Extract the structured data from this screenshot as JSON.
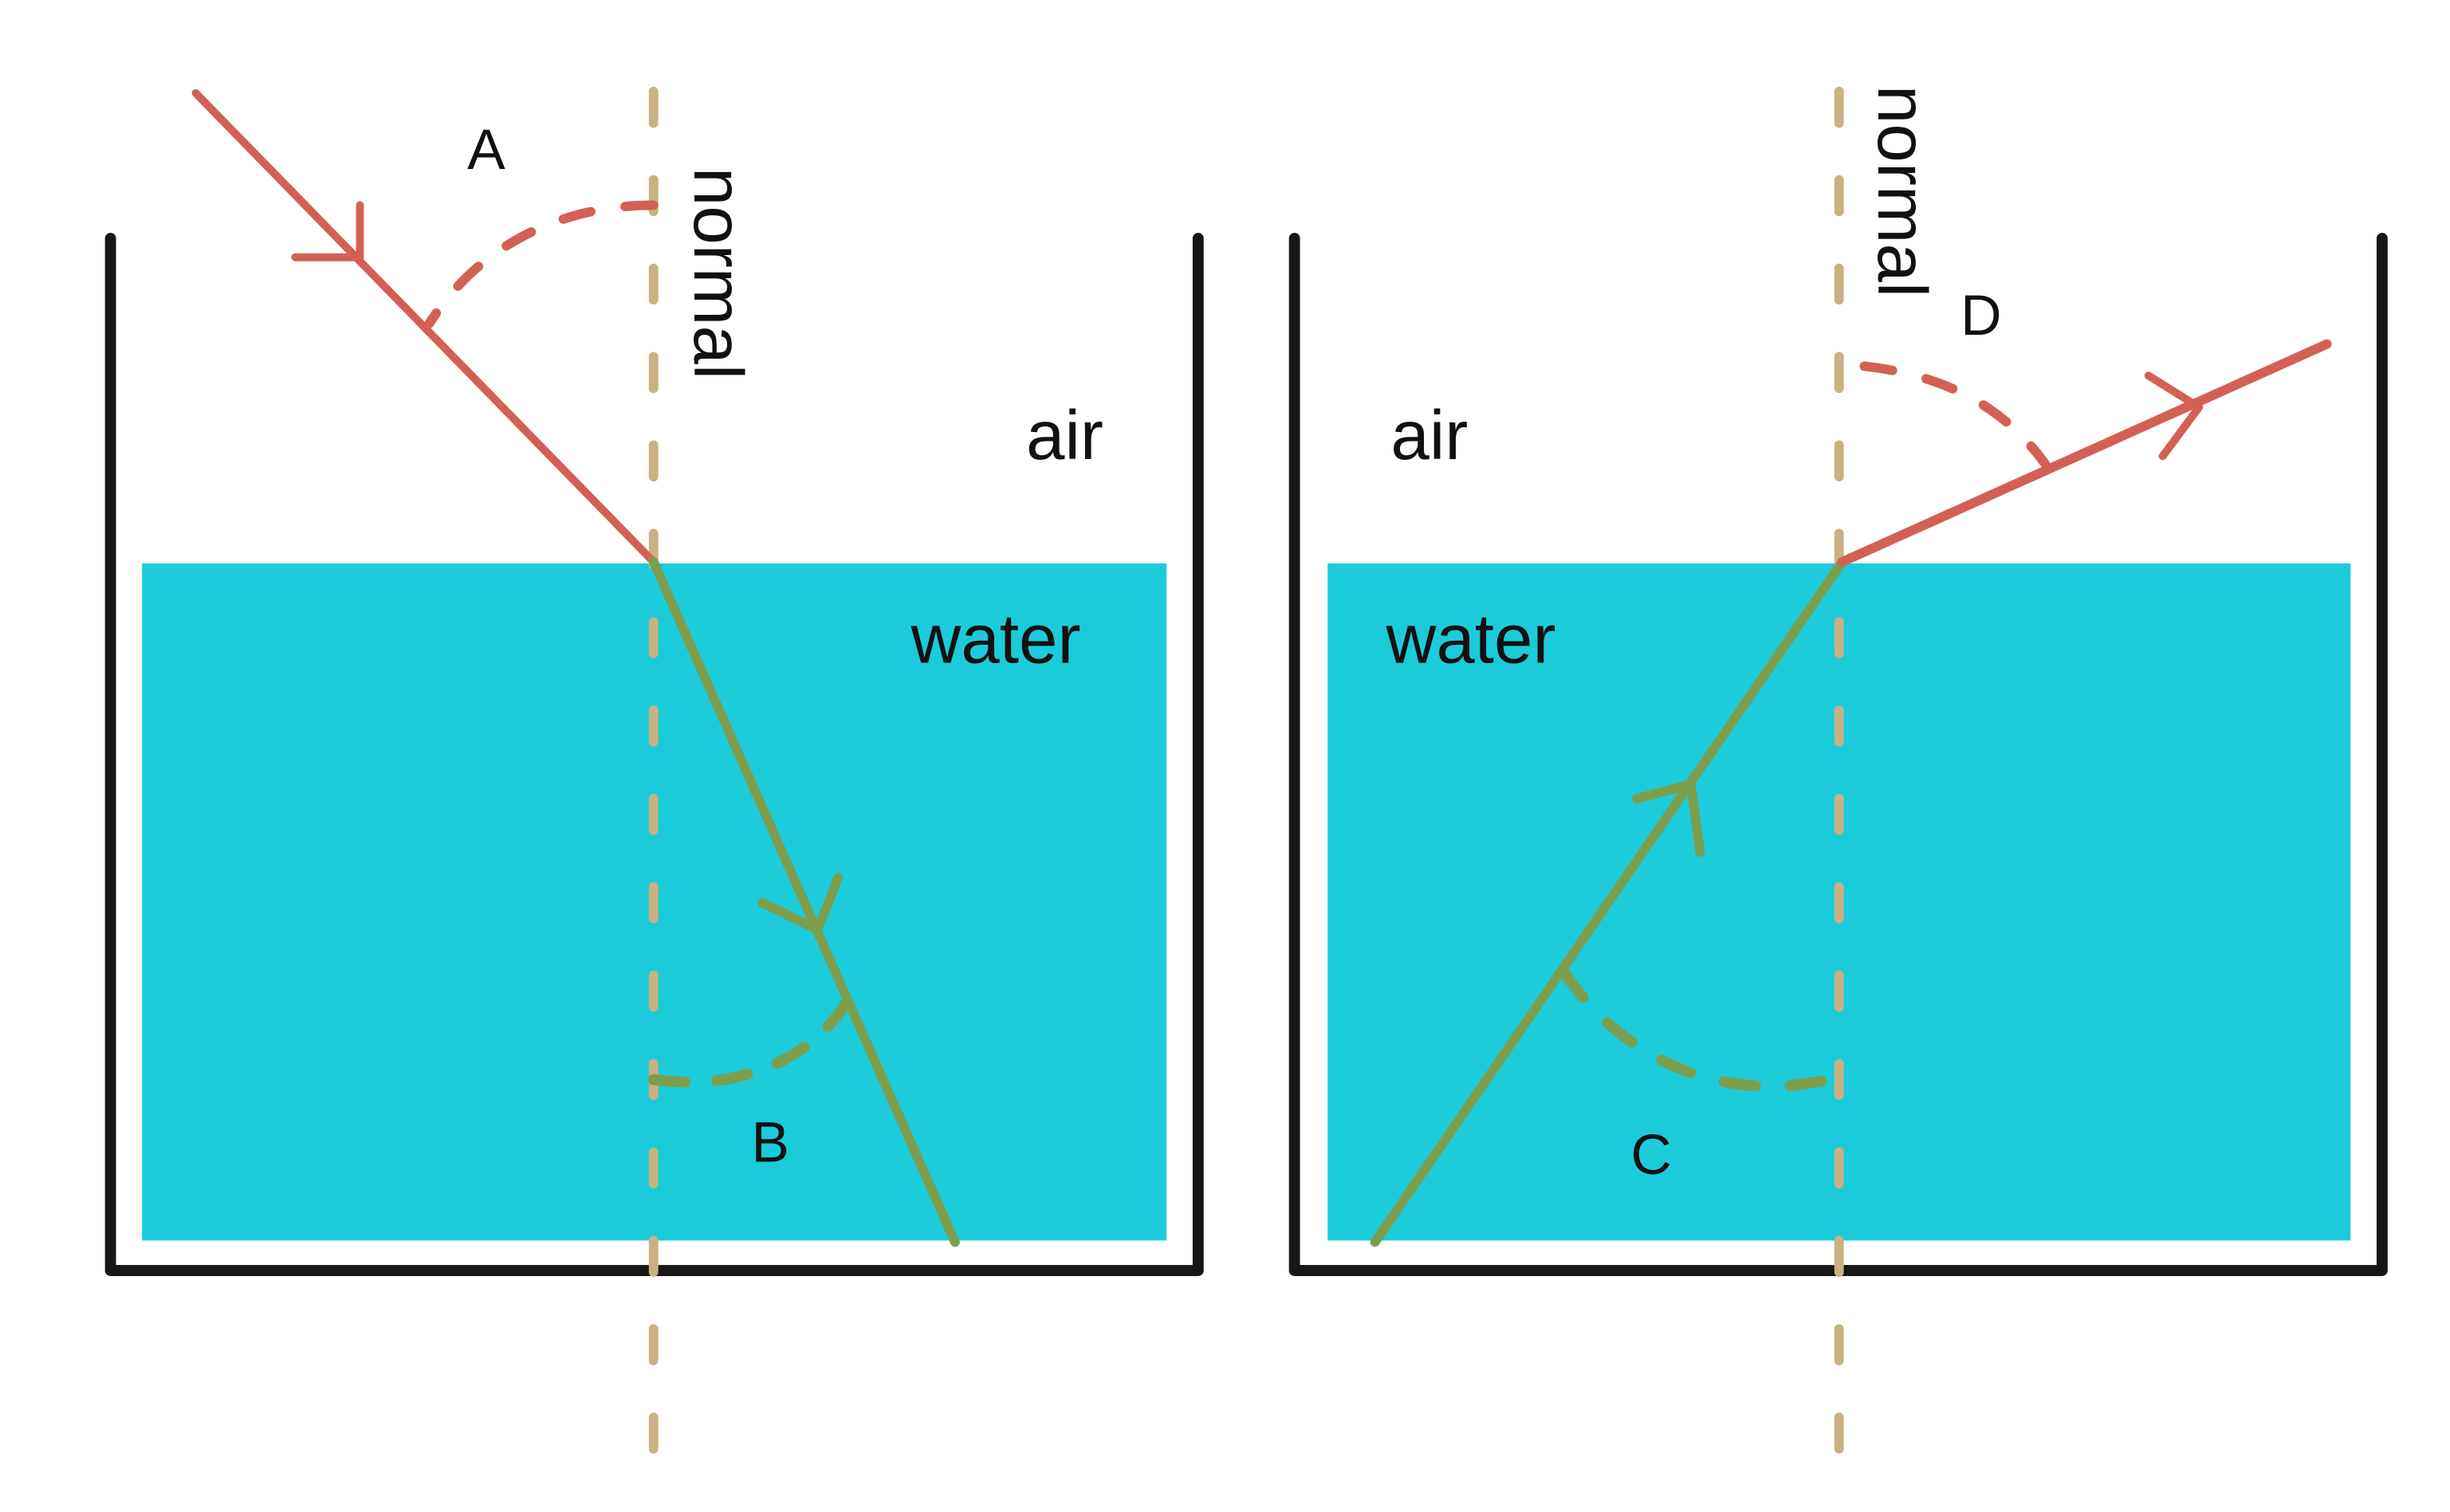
{
  "colors": {
    "water": "#1ccbda",
    "container": "#161616",
    "ray_air": "#d26154",
    "ray_water": "#7a9e4e",
    "normal": "#c8b283"
  },
  "left_panel": {
    "normal_label": "normal",
    "air_label": "air",
    "water_label": "water",
    "angle_incidence_label": "A",
    "angle_refraction_label": "B"
  },
  "right_panel": {
    "normal_label": "normal",
    "air_label": "air",
    "water_label": "water",
    "angle_incidence_label": "C",
    "angle_refraction_label": "D"
  }
}
